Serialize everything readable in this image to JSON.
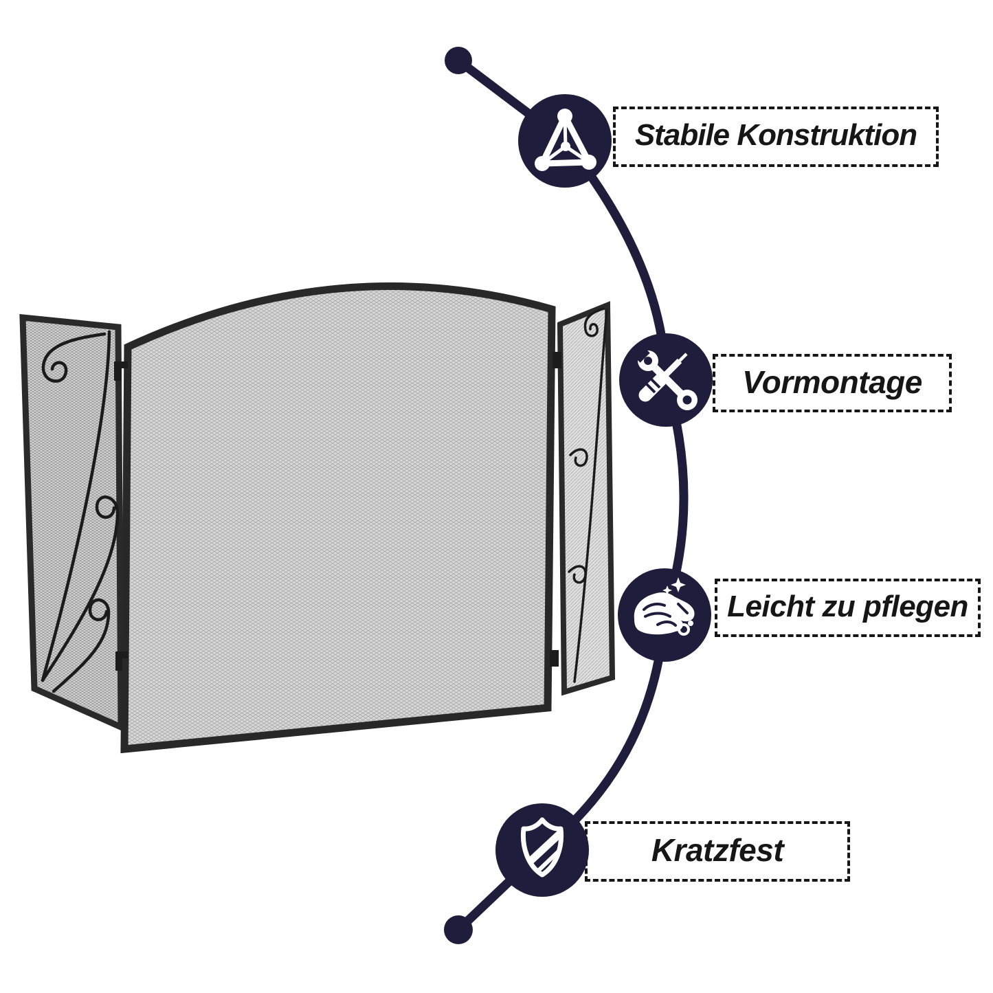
{
  "infographic": {
    "illustration": "three-panel fireplace spark screen with arched mesh center panel and scroll-ornament side panels",
    "features": [
      {
        "label": "Stabile Konstruktion",
        "icon": "structure-triangle-icon"
      },
      {
        "label": "Vormontage",
        "icon": "tools-wrench-screwdriver-icon"
      },
      {
        "label": "Leicht zu pflegen",
        "icon": "cleaning-hand-sparkle-icon"
      },
      {
        "label": "Kratzfest",
        "icon": "shield-scratch-proof-icon"
      }
    ],
    "colors": {
      "accent_navy": "#1e1e3c",
      "label_text": "#161616",
      "frame_black": "#282828",
      "mesh_grey": "#d8d8d8",
      "background": "#ffffff"
    }
  }
}
